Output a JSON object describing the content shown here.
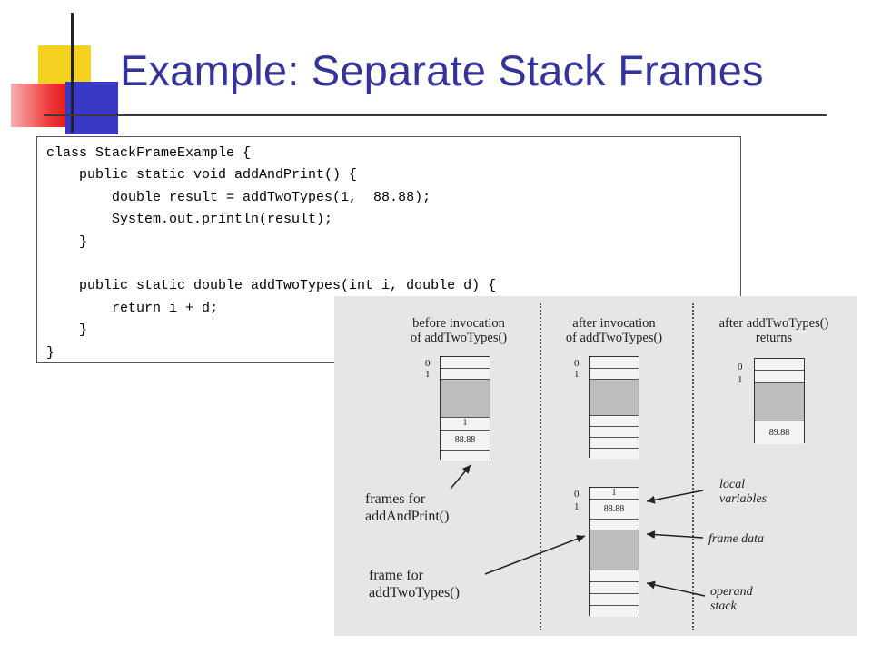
{
  "title": "Example: Separate Stack Frames",
  "code_lines": [
    "class StackFrameExample {",
    "    public static void addAndPrint() {",
    "        double result = addTwoTypes(1,  88.88);",
    "        System.out.println(result);",
    "    }",
    "",
    "    public static double addTwoTypes(int i, double d) {",
    "        return i + d;",
    "    }",
    "}"
  ],
  "figure": {
    "col_before": "before invocation\nof addTwoTypes()",
    "col_after_invocation": "after invocation\nof addTwoTypes()",
    "col_after_return": "after addTwoTypes()\nreturns",
    "index_0": "0",
    "index_1": "1",
    "value_1": "1",
    "value_8888_before": "88.88",
    "value_8888_frame": "88.88",
    "value_8989": "89.88",
    "label_frames_for": "frames for\naddAndPrint()",
    "label_frame_for": "frame for\naddTwoTypes()",
    "label_local": "local\nvariables",
    "label_frame_data": "frame data",
    "label_operand": "operand\nstack"
  }
}
